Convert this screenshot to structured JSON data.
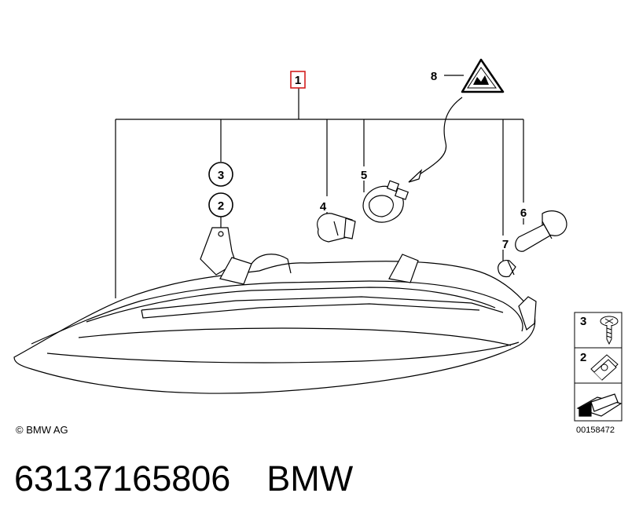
{
  "callouts": {
    "main": "1",
    "item2": "2",
    "item3": "3",
    "item4": "4",
    "item5": "5",
    "item6": "6",
    "item7": "7",
    "item8": "8"
  },
  "legend": {
    "item3": "3",
    "item2": "2"
  },
  "copyright": "© BMW AG",
  "diagram_id": "00158472",
  "footer": {
    "part_number": "63137165806",
    "brand": "BMW"
  },
  "colors": {
    "main_callout_box": "#d22020",
    "line": "#000000"
  }
}
